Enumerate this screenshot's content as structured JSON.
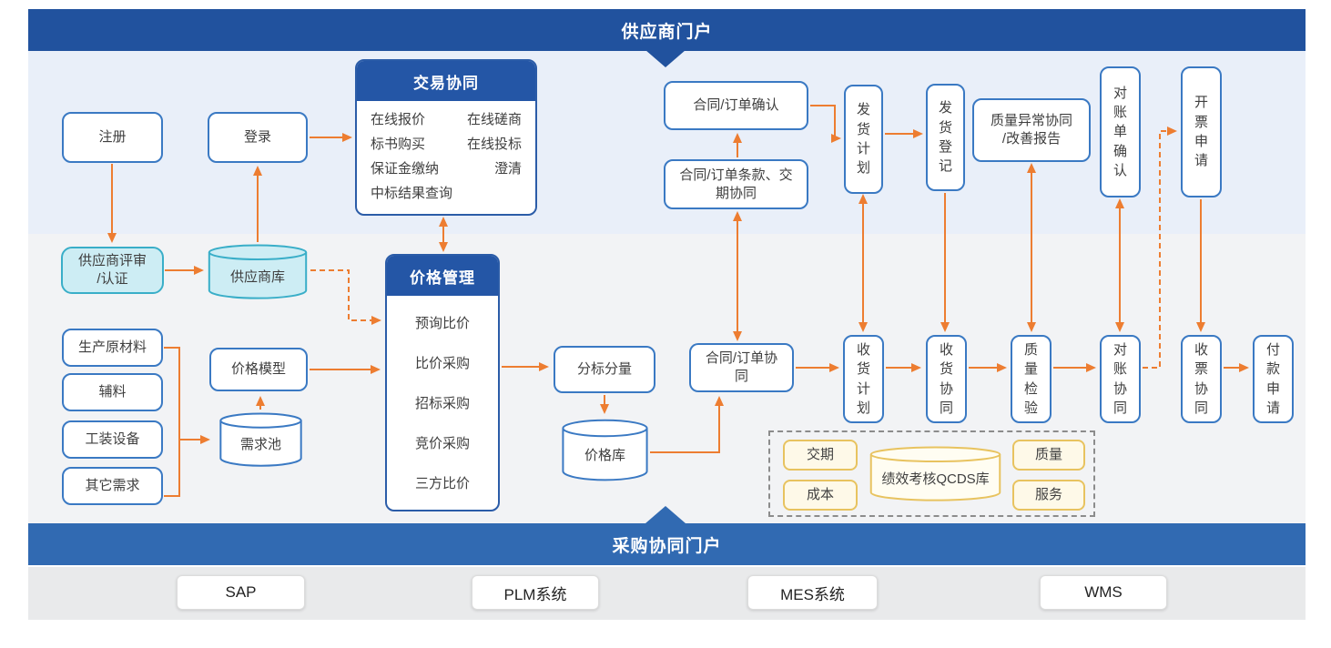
{
  "colors": {
    "banner_top": "#21529E",
    "banner_bottom": "#316AB2",
    "panel_header": "#2456A6",
    "node_border": "#3A79C3",
    "arrow_orange": "#ED7D31",
    "cyan_fill": "#CDEDF4",
    "cyan_border": "#39AEC8",
    "yellow_fill": "#FEF9E8",
    "yellow_border": "#E8C35F",
    "zone_blue": "#E9EFF9",
    "zone_gray": "#F2F3F5",
    "strip_gray": "#E9EAEB"
  },
  "banners": {
    "top": "供应商门户",
    "bottom": "采购协同门户"
  },
  "supplier_portal": {
    "register": "注册",
    "login": "登录",
    "trade": {
      "title": "交易协同",
      "rows": [
        {
          "l": "在线报价",
          "r": "在线磋商"
        },
        {
          "l": "标书购买",
          "r": "在线投标"
        },
        {
          "l": "保证金缴纳",
          "r": "澄清"
        },
        {
          "l": "中标结果查询",
          "r": ""
        }
      ]
    },
    "review": "供应商评审\n/认证",
    "supplier_db": "供应商库"
  },
  "price": {
    "title": "价格管理",
    "items": [
      "预询比价",
      "比价采购",
      "招标采购",
      "竞价采购",
      "三方比价"
    ],
    "model": "价格模型",
    "pool": "需求池",
    "split": "分标分量",
    "db": "价格库"
  },
  "demands": [
    "生产原材料",
    "辅料",
    "工装设备",
    "其它需求"
  ],
  "contract": {
    "confirm": "合同/订单确认",
    "terms": "合同/订单条款、交\n期协同",
    "collab": "合同/订单协\n同"
  },
  "supplier_row": {
    "ship_plan": "发货计划",
    "ship_reg": "发货登记",
    "quality_abnormal": "质量异常协同\n/改善报告",
    "statement_confirm": "对账单确认",
    "invoice_request": "开票申请"
  },
  "buyer_row": {
    "receive_plan": "收货计划",
    "receive_collab": "收货协同",
    "quality_inspect": "质量检验",
    "reconcile_collab": "对账协同",
    "invoice_receive": "收票协同",
    "payment_request": "付款申请"
  },
  "qcds": {
    "db": "绩效考核QCDS库",
    "delivery": "交期",
    "cost": "成本",
    "quality": "质量",
    "service": "服务"
  },
  "systems": [
    "SAP",
    "PLM系统",
    "MES系统",
    "WMS"
  ]
}
